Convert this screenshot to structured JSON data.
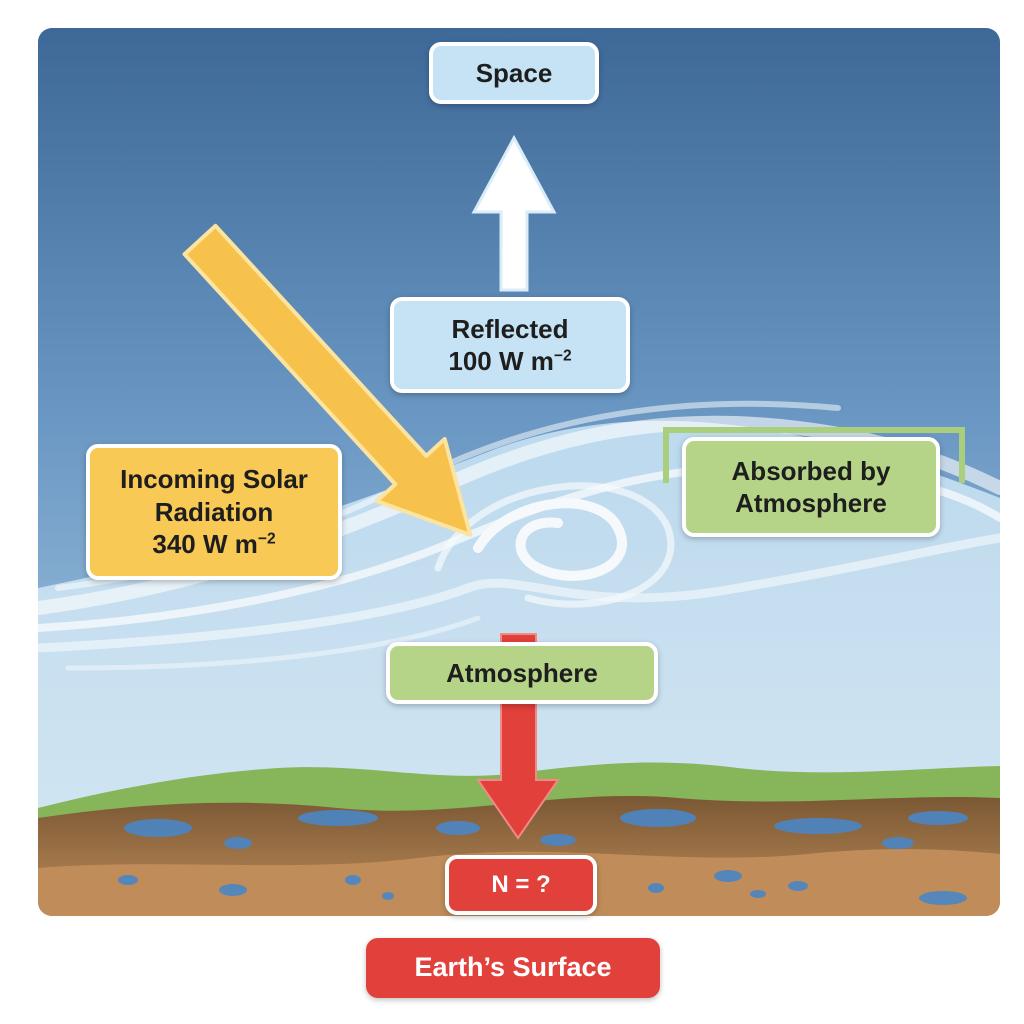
{
  "labels": {
    "space": "Space",
    "reflected_title": "Reflected",
    "reflected_value": "100 W m",
    "reflected_exp": "−2",
    "incoming_line1": "Incoming Solar",
    "incoming_line2": "Radiation",
    "incoming_value": "340 W m",
    "incoming_exp": "−2",
    "absorbed_line1": "Absorbed by",
    "absorbed_line2": "Atmosphere",
    "atmosphere": "Atmosphere",
    "net": "N = ?",
    "surface": "Earth’s Surface"
  },
  "colors": {
    "sky_top": "#3f6b9a",
    "sky_bottom": "#8fb7d8",
    "atmosphere_band": "#c3def0",
    "solar_arrow": "#f7c24c",
    "reflected_arrow": "#ffffff",
    "net_arrow": "#e2403a",
    "soil_dark": "#7b5a36",
    "soil_light": "#bd8a58",
    "vegetation": "#86b55a",
    "water": "#4a86c5"
  },
  "icons": [
    "solar-radiation-arrow",
    "reflected-arrow",
    "net-flux-arrow",
    "swirl-clouds"
  ]
}
